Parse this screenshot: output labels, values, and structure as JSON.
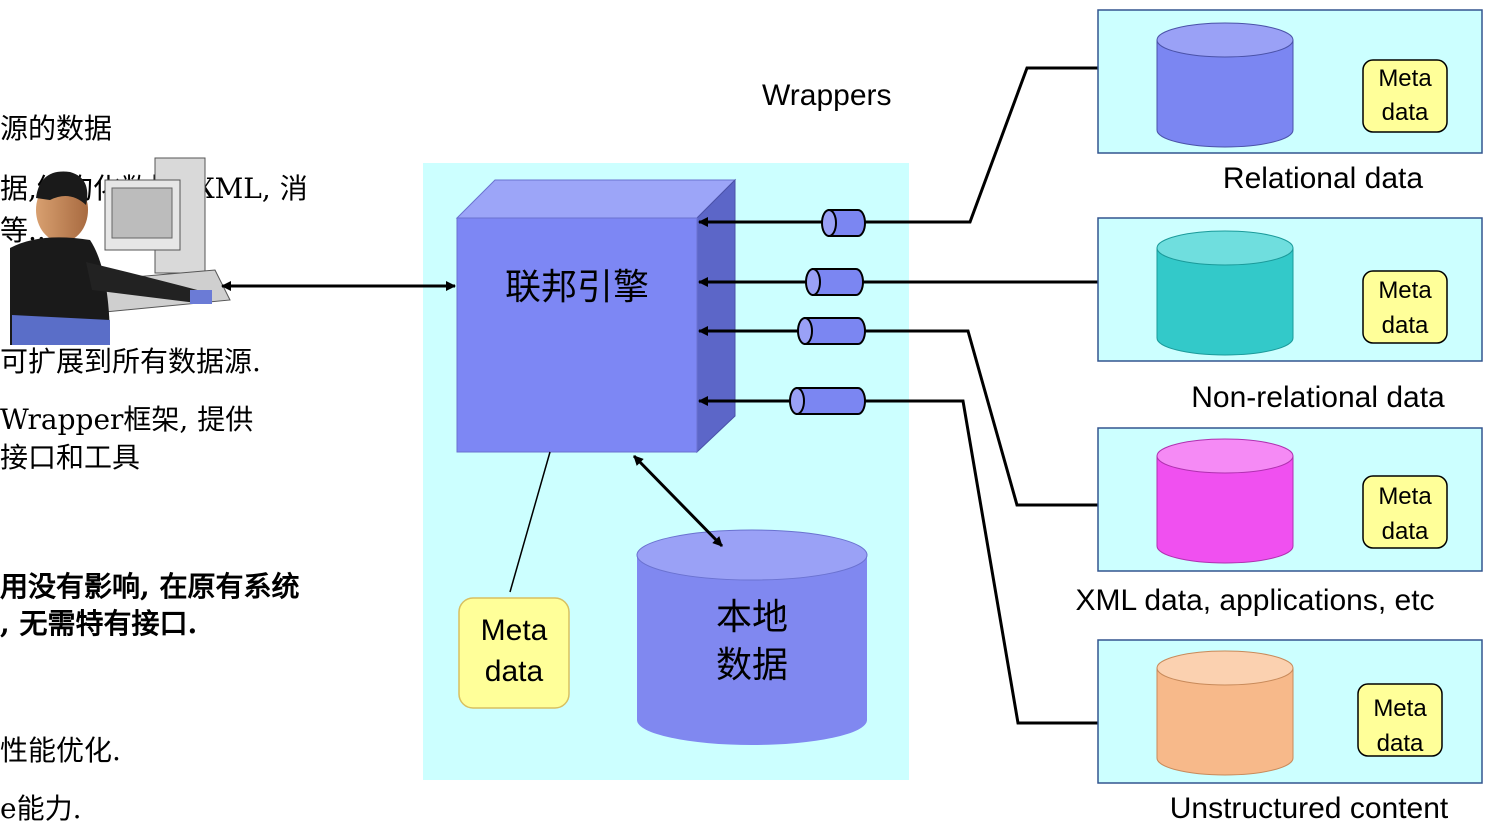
{
  "left_text": {
    "line1": "源的数据",
    "line2": "据,结构化数据, XML, 消",
    "line3": "等...",
    "line4": "可扩展到所有数据源.",
    "line5": "Wrapper框架, 提供",
    "line6": "接口和工具",
    "line7": "用没有影响, 在原有系统",
    "line8": ", 无需特有接口.",
    "line9": "性能优化.",
    "line10": "e能力."
  },
  "diagram": {
    "wrappers_label": "Wrappers",
    "engine_label": "联邦引擎",
    "local_data_line1": "本地",
    "local_data_line2": "数据",
    "meta_line1": "Meta",
    "meta_line2": "data",
    "sources": [
      {
        "label": "Relational data",
        "color": "#7B86F2"
      },
      {
        "label": "Non-relational data",
        "color": "#33C9C9"
      },
      {
        "label": "XML data, applications, etc",
        "color": "#F050F0"
      },
      {
        "label": "Unstructured content",
        "color": "#F7B98A"
      }
    ]
  },
  "colors": {
    "panel_bg": "#CCFFFF",
    "engine_front": "#7D87F4",
    "engine_top": "#9CA5F8",
    "engine_side": "#5C66C8",
    "meta_bg": "#FFFF99",
    "local_data": "#8088F0"
  }
}
